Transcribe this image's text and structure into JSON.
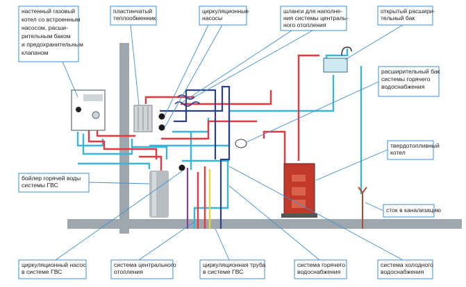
{
  "labels": {
    "gas_boiler": [
      "настенный газовый",
      "котел со встроенным",
      "насосом, расши-",
      "рительным баком",
      "и предохранительным",
      "клапаном"
    ],
    "plate_exchanger": [
      "пластинчатый",
      "теплообменник"
    ],
    "circ_pumps": [
      "циркуляционные",
      "насосы"
    ],
    "hoses": [
      "шланги для наполне-",
      "ния системы централь-",
      "ного отопления"
    ],
    "open_tank": [
      "открытый расшири-",
      "тельный бак"
    ],
    "exp_tank_hw": [
      "расширительный бак",
      "системы горячего",
      "водоснабжения"
    ],
    "solid_boiler": [
      "твердотопливный",
      "котел"
    ],
    "boiler_hw": [
      "бойлер горячей воды",
      "системы ГВС"
    ],
    "drain": [
      "сток в канализацию"
    ],
    "circ_pump_hw": [
      "циркуляционный насос",
      "в системе ГВС"
    ],
    "central_heating": [
      "система центрального",
      "отопления"
    ],
    "circ_pipe_hw": [
      "циркуляционная труба",
      "в системе ГВС"
    ],
    "hot_water_sys": [
      "система горячего",
      "водоснабжения"
    ],
    "cold_water_sys": [
      "система холодного",
      "водоснабжения"
    ]
  },
  "colors": {
    "hot": "#e8383d",
    "cold": "#3ab4d8",
    "navy": "#2a3f8f",
    "yellow": "#f2d43a",
    "purple": "#8a3e93",
    "wall": "#9ea7ad",
    "label_border": "#3a8fd0"
  }
}
